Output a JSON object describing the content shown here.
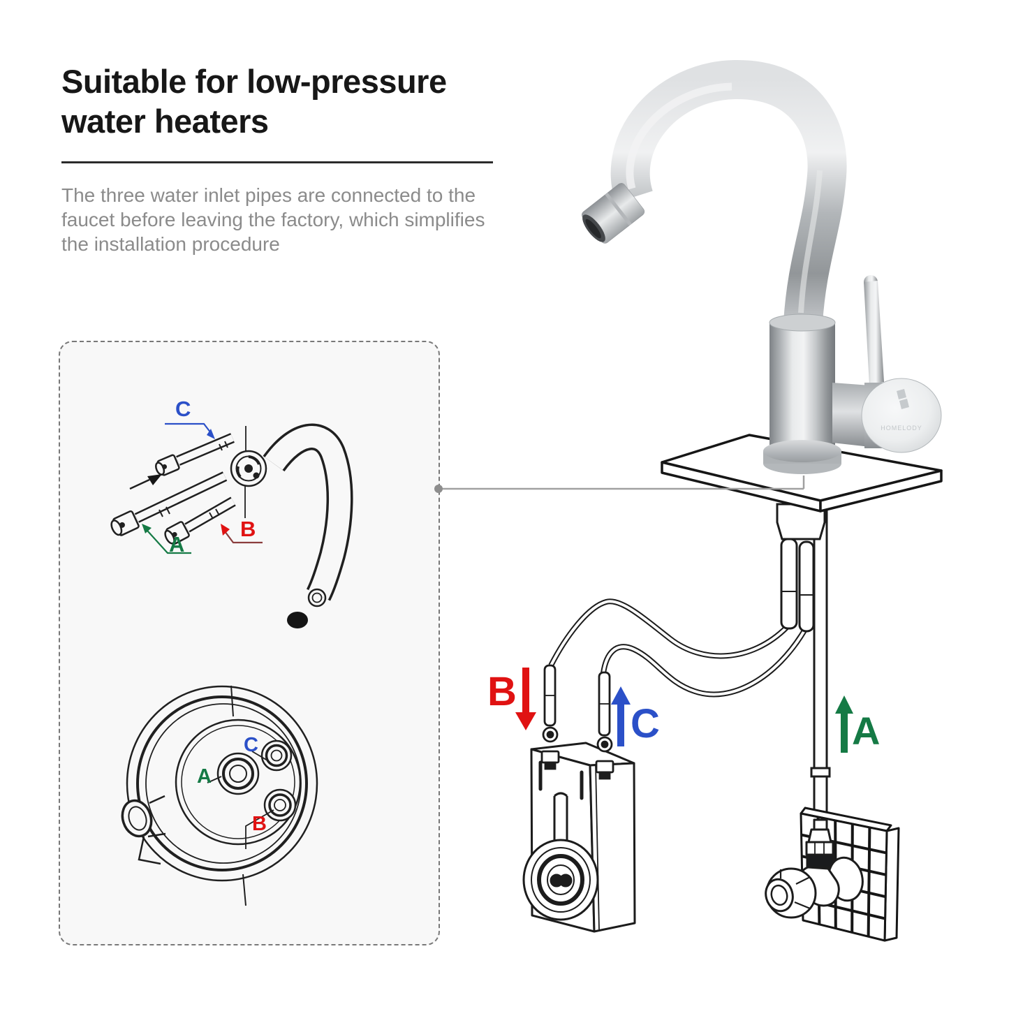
{
  "header": {
    "title_line1": "Suitable for low-pressure",
    "title_line2": "water heaters",
    "description": "The three water inlet pipes are connected to the faucet before leaving the factory, which simplifies the installation procedure"
  },
  "inset_diagram": {
    "top_labels": {
      "a": "A",
      "b": "B",
      "c": "C"
    },
    "bottom_labels": {
      "a": "A",
      "b": "B",
      "c": "C"
    }
  },
  "main_diagram": {
    "labels": {
      "a": "A",
      "b": "B",
      "c": "C"
    }
  },
  "branding": {
    "logo_text": "HOMELODY"
  },
  "colors": {
    "label_a_green": "#157a45",
    "label_b_red": "#e01212",
    "label_c_blue": "#2b50c8",
    "title_text": "#171717",
    "body_text": "#8b8b8b",
    "line_art": "#1c1c1c",
    "leader_line": "#9b9b9b",
    "panel_background": "#f8f8f8"
  }
}
